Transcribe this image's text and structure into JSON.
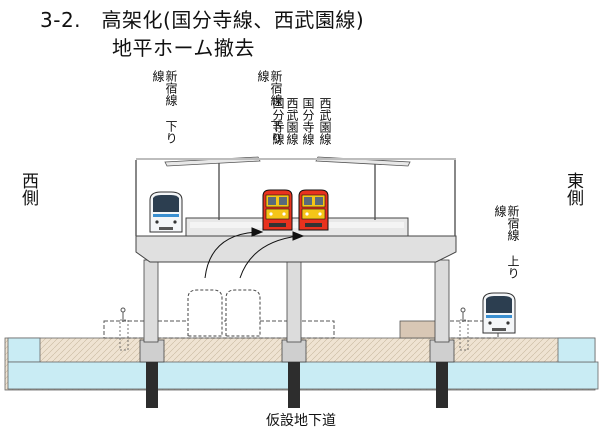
{
  "title": {
    "line1": "3-2.　高架化(国分寺線、西武園線)",
    "line2": "地平ホーム撤去"
  },
  "sides": {
    "west": "西側",
    "east": "東側"
  },
  "track_labels": {
    "shinjuku_down_left": "新宿線 下り線",
    "shinjuku_down_center": "新宿線 下り線",
    "kokubunji_1": "国分寺線",
    "kokubunji_2": "国分寺線",
    "seibuen_1": "西武園線",
    "seibuen_2": "西武園線",
    "shinjuku_up": "新宿線 上り線"
  },
  "bottom_label": "仮設地下道",
  "colors": {
    "structure_fill": "#e4e4e4",
    "structure_stroke": "#444444",
    "ground_fill": "#f2e3cf",
    "water_fill": "#c9ecf4",
    "red_train": "#e8321e",
    "yellow_train": "#f5c518",
    "white_train": "#f4f6f8",
    "pile_fill": "#2d2d2d"
  },
  "icons": {
    "red_train_left": "red-yellow-train-front-icon",
    "red_train_right": "red-yellow-train-front-icon",
    "white_train_left": "white-train-front-icon",
    "white_train_right": "white-train-front-icon",
    "removed_platform": "dashed-outline-platform-icon",
    "transfer_arrow": "curved-arrow-icon"
  }
}
